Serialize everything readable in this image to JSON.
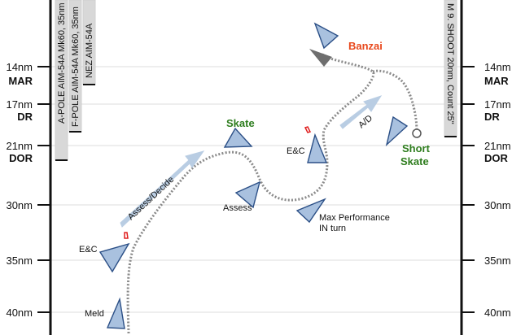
{
  "colors": {
    "aircraft_fill": "#a9c1df",
    "aircraft_stroke": "#2b4f86",
    "arrow_fill": "#b9cde3",
    "path_dots": "#8a8a8a",
    "label_green": "#2e7d1e",
    "label_orange": "#e8481c",
    "bar_fill": "#d8d8d8",
    "missile_red": "#e02020"
  },
  "ranges": [
    {
      "distance": "14nm",
      "tag": "MAR"
    },
    {
      "distance": "17nm",
      "tag": "DR"
    },
    {
      "distance": "21nm",
      "tag": "DOR"
    },
    {
      "distance": "30nm",
      "tag": ""
    },
    {
      "distance": "35nm",
      "tag": ""
    },
    {
      "distance": "40nm",
      "tag": ""
    }
  ],
  "phoenix_bars": [
    {
      "label": "A-POLE AIM-54A Mk60, 35nm"
    },
    {
      "label": "F-POLE AIM-54A Mk60, 35nm"
    },
    {
      "label": "NEZ AIM-54A"
    }
  ],
  "shoot_bar": {
    "label": "M 9. SHOOT 20nm, Count 25\""
  },
  "labels": {
    "banzai": "Banzai",
    "skate": "Skate",
    "short_skate_line1": "Short",
    "short_skate_line2": "Skate",
    "assess_decide": "Assess/Decide",
    "ad": "A/D",
    "ec_upper": "E&C",
    "ec_lower": "E&C",
    "assess": "Assess",
    "max_perf_line1": "Max Performance",
    "max_perf_line2": "IN turn",
    "meld": "Meld"
  },
  "icons": {
    "aircraft": "aircraft-triangle-icon",
    "direction": "direction-arrow-icon",
    "missile": "missile-icon",
    "turn_point": "turn-point-icon"
  }
}
